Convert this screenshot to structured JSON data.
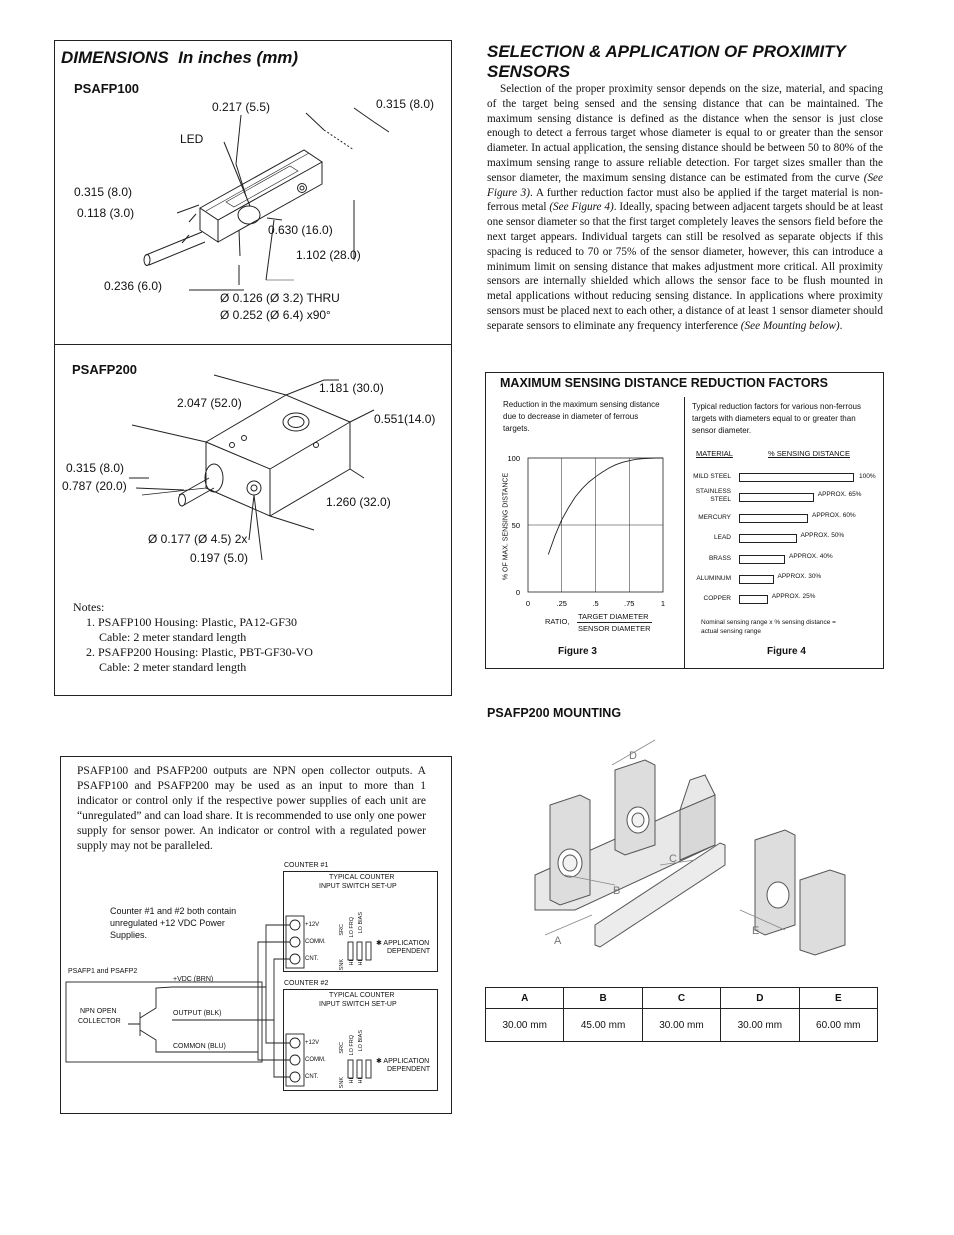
{
  "dimensions": {
    "title": "DIMENSIONS  In inches (mm)",
    "psafp100": {
      "label": "PSAFP100",
      "d1": "0.217 (5.5)",
      "d2": "0.315 (8.0)",
      "led": "LED",
      "d3": "0.315 (8.0)",
      "d4": "0.118 (3.0)",
      "d5": "0.630 (16.0)",
      "d6": "1.102 (28.0)",
      "d7": "0.236 (6.0)",
      "d8": "Ø 0.126 (Ø 3.2) THRU",
      "d9": "Ø 0.252 (Ø 6.4) x90°"
    },
    "psafp200": {
      "label": "PSAFP200",
      "d1": "2.047 (52.0)",
      "d2": "1.181 (30.0)",
      "d3": "0.551(14.0)",
      "d4": "0.315 (8.0)",
      "d5": "0.787 (20.0)",
      "d6": "1.260 (32.0)",
      "d7": "Ø 0.177 (Ø 4.5) 2x",
      "d8": "0.197 (5.0)"
    },
    "notes": {
      "title": "Notes:",
      "n1": "1. PSAFP100 Housing: Plastic, PA12-GF30",
      "n1b": "Cable: 2 meter standard length",
      "n2": "2. PSAFP200 Housing: Plastic, PBT-GF30-VO",
      "n2b": "Cable: 2 meter standard length"
    }
  },
  "selection": {
    "title1": "SELECTION & APPLICATION OF PROXIMITY",
    "title2": "SENSORS",
    "p1": "Selection of the proper proximity sensor depends on the size, material, and spacing of the target being sensed and the sensing distance that can be maintained. The maximum sensing distance is defined as the distance when the sensor is just close enough to detect a ferrous target whose diameter is equal to or greater than the sensor diameter. In actual application, the sensing distance should be between 50 to 80% of the maximum sensing range to assure reliable detection. For target sizes smaller than the sensor diameter, the maximum sensing distance can be estimated from the curve ",
    "p1_fig3": "(See Figure 3)",
    "p2": ". A further reduction factor must also be applied if the target material is non-ferrous metal ",
    "p2_fig4": "(See Figure 4)",
    "p3": ". Ideally, spacing between adjacent targets should be at least one sensor diameter so that the first target completely leaves the sensors field before the next target appears. Individual targets can still be resolved as separate objects if this spacing is reduced to 70 or 75% of the sensor diameter, however, this can introduce a minimum limit on sensing distance that makes adjustment more critical. All proximity sensors are internally shielded which allows the sensor face to be flush mounted in metal applications without reducing sensing distance. In applications where proximity sensors must be placed next to each other, a distance of at least 1 sensor diameter should separate sensors to eliminate any frequency interference ",
    "p3_mount": "(See Mounting below)",
    "p3_end": "."
  },
  "factors": {
    "title": "MAXIMUM SENSING DISTANCE REDUCTION FACTORS",
    "fig3_desc": "Reduction in the maximum sensing distance due to decrease in diameter of ferrous targets.",
    "fig4_desc": "Typical reduction factors for various non-ferrous targets with diameters equal to or greater than sensor diameter.",
    "fig3_label": "Figure 3",
    "fig4_label": "Figure 4",
    "ylabel": "% OF MAX. SENSING DISTANCE",
    "xlabel_pre": "RATIO,",
    "xlabel_num": "TARGET DIAMETER",
    "xlabel_den": "SENSOR DIAMETER",
    "material_head": "MATERIAL",
    "pct_head": "% SENSING DISTANCE",
    "footnote": "Nominal sensing range x % sensing distance = actual sensing range"
  },
  "chart_data": [
    {
      "type": "line",
      "title": "",
      "xlabel": "RATIO, TARGET DIAMETER / SENSOR DIAMETER",
      "ylabel": "% OF MAX. SENSING DISTANCE",
      "x_ticks": [
        "0",
        ".25",
        ".5",
        ".75",
        "1"
      ],
      "y_ticks": [
        "0",
        "50",
        "100"
      ],
      "xlim": [
        0,
        1
      ],
      "ylim": [
        0,
        100
      ],
      "grid": true,
      "series": [
        {
          "x": [
            0.15,
            0.2,
            0.25,
            0.3,
            0.35,
            0.4,
            0.45,
            0.5,
            0.55,
            0.6,
            0.65,
            0.7,
            0.75,
            0.8,
            0.85,
            0.9,
            0.95,
            1.0
          ],
          "y": [
            28,
            42,
            54,
            63,
            71,
            77,
            82,
            86,
            89.5,
            92.5,
            95,
            96.8,
            98,
            99,
            99.5,
            99.8,
            100,
            100
          ]
        }
      ]
    },
    {
      "type": "bar",
      "orientation": "horizontal",
      "title": "",
      "categories": [
        "MILD STEEL",
        "STAINLESS STEEL",
        "MERCURY",
        "LEAD",
        "BRASS",
        "ALUMINUM",
        "COPPER"
      ],
      "values": [
        100,
        65,
        60,
        50,
        40,
        30,
        25
      ],
      "value_labels": [
        "100%",
        "APPROX. 65%",
        "APPROX. 60%",
        "APPROX. 50%",
        "APPROX. 40%",
        "APPROX. 30%",
        "APPROX. 25%"
      ],
      "xlim": [
        0,
        100
      ]
    }
  ],
  "mounting": {
    "title": "PSAFP200 MOUNTING",
    "letters": [
      "A",
      "B",
      "C",
      "D",
      "E"
    ],
    "headers": [
      "A",
      "B",
      "C",
      "D",
      "E"
    ],
    "values": [
      "30.00 mm",
      "45.00 mm",
      "30.00 mm",
      "30.00 mm",
      "60.00 mm"
    ]
  },
  "wiring": {
    "text": "PSAFP100 and PSAFP200 outputs are NPN open collector outputs. A PSAFP100 and PSAFP200 may be used as an input to more than 1 indicator or control only if the respective power supplies of each unit are “unregulated” and can load share. It is recommended to use only one power supply for sensor power. An indicator or control with a regulated power supply may not be paralleled.",
    "counter1": "COUNTER #1",
    "counter2": "COUNTER #2",
    "typical": "TYPICAL COUNTER",
    "setup": "INPUT SWITCH SET-UP",
    "note": "Counter #1 and #2 both contain unregulated +12 VDC Power Supplies.",
    "psafp": "PSAFP1 and PSAFP2",
    "vdc": "+VDC (BRN)",
    "output": "OUTPUT (BLK)",
    "common": "COMMON (BLU)",
    "npn1": "NPN OPEN",
    "npn2": "COLLECTOR",
    "t12v": "+12V",
    "tcomm": "COMM.",
    "tcnt": "CNT.",
    "sw_top": [
      "SRC",
      "LO FRQ",
      "LO BIAS"
    ],
    "sw_bot": [
      "SNK",
      "HI",
      "HI"
    ],
    "app1": "✱ APPLICATION",
    "app2": "DEPENDENT"
  }
}
